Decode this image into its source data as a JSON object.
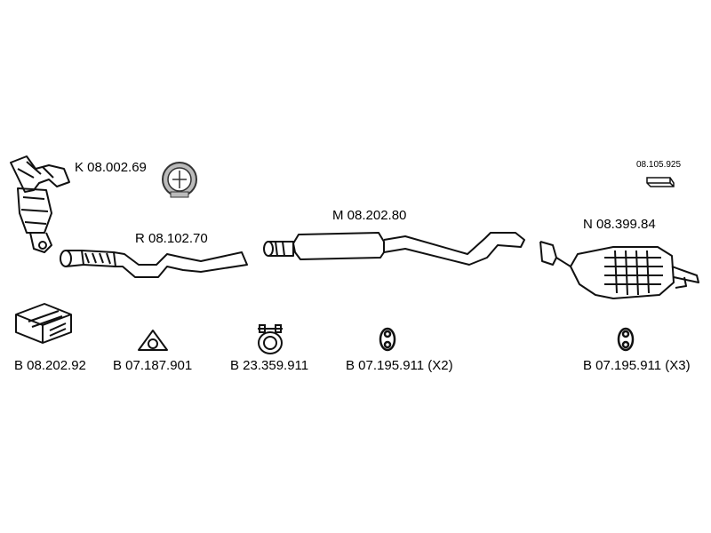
{
  "parts": {
    "catalyst": {
      "code": "K 08.002.69"
    },
    "front_pipe": {
      "code": "R 08.102.70"
    },
    "middle_silencer": {
      "code": "M 08.202.80"
    },
    "rear_silencer": {
      "code": "N 08.399.84"
    },
    "small_part": {
      "code": "08.105.925"
    }
  },
  "accessories": [
    {
      "code": "B 08.202.92"
    },
    {
      "code": "B 07.187.901"
    },
    {
      "code": "B 23.359.911"
    },
    {
      "code": "B 07.195.911 (X2)"
    },
    {
      "code": "B 07.195.911 (X3)"
    }
  ]
}
